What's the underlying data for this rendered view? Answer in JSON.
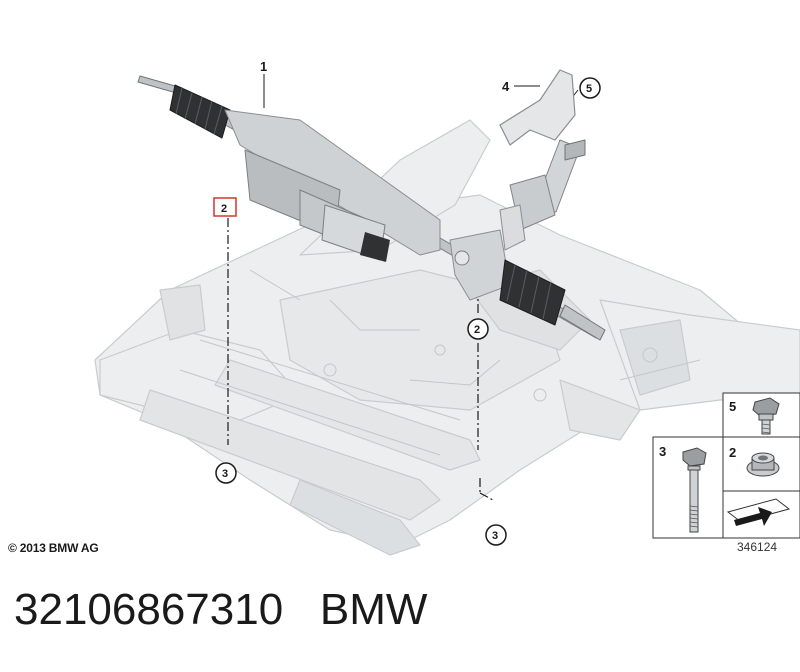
{
  "diagram": {
    "callouts": [
      {
        "id": "1",
        "label": "1"
      },
      {
        "id": "2a",
        "label": "2"
      },
      {
        "id": "2b",
        "label": "2"
      },
      {
        "id": "3a",
        "label": "3"
      },
      {
        "id": "3b",
        "label": "3"
      },
      {
        "id": "4",
        "label": "4"
      },
      {
        "id": "5",
        "label": "5"
      }
    ],
    "legend": [
      {
        "label": "5",
        "part": "bolt-icon"
      },
      {
        "label": "3",
        "part": "long-bolt-icon"
      },
      {
        "label": "2",
        "part": "washer-nut-icon"
      },
      {
        "part": "arrow-direction-icon"
      }
    ],
    "copyright": "© 2013 BMW AG",
    "diagram_id": "346124"
  },
  "caption": {
    "part_number": "32106867310",
    "brand": "BMW"
  },
  "colors": {
    "frame_fill": "#eceeef",
    "frame_stroke": "#c9ccce",
    "rack_fill": "#cfd2d4",
    "rack_dark": "#3a3c3e",
    "highlight": "#d9342b"
  }
}
